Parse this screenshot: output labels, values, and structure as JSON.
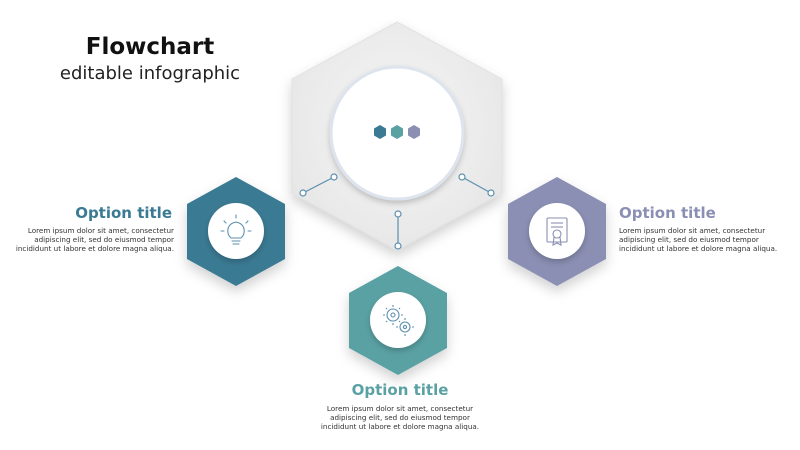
{
  "header": {
    "title": "Flowchart",
    "subtitle": "editable infographic"
  },
  "colors": {
    "teal_dark": "#3a7a93",
    "teal_light": "#5aa1a4",
    "lavender": "#8a8fb3",
    "hub_hexagon": "#eeeeee",
    "connector": "#5a8fae"
  },
  "options": [
    {
      "position": "left",
      "title": "Option title",
      "body": [
        "Lorem ipsum dolor sit amet, consectetur",
        "adipiscing elit, sed do eiusmod tempor",
        "incididunt ut labore et dolore magna aliqua."
      ],
      "icon": "lightbulb-icon",
      "color": "#3a7a93"
    },
    {
      "position": "bottom",
      "title": "Option title",
      "body": [
        "Lorem ipsum dolor sit amet, consectetur",
        "adipiscing elit, sed do eiusmod tempor",
        "incididunt ut labore et dolore magna aliqua."
      ],
      "icon": "gears-icon",
      "color": "#5aa1a4"
    },
    {
      "position": "right",
      "title": "Option title",
      "body": [
        "Lorem ipsum dolor sit amet, consectetur",
        "adipiscing elit, sed do eiusmod tempor",
        "incididunt ut labore et dolore magna aliqua."
      ],
      "icon": "certificate-icon",
      "color": "#8a8fb3"
    }
  ],
  "hub": {
    "dot_colors": [
      "#3a7a93",
      "#5aa1a4",
      "#8a8fb3"
    ]
  }
}
